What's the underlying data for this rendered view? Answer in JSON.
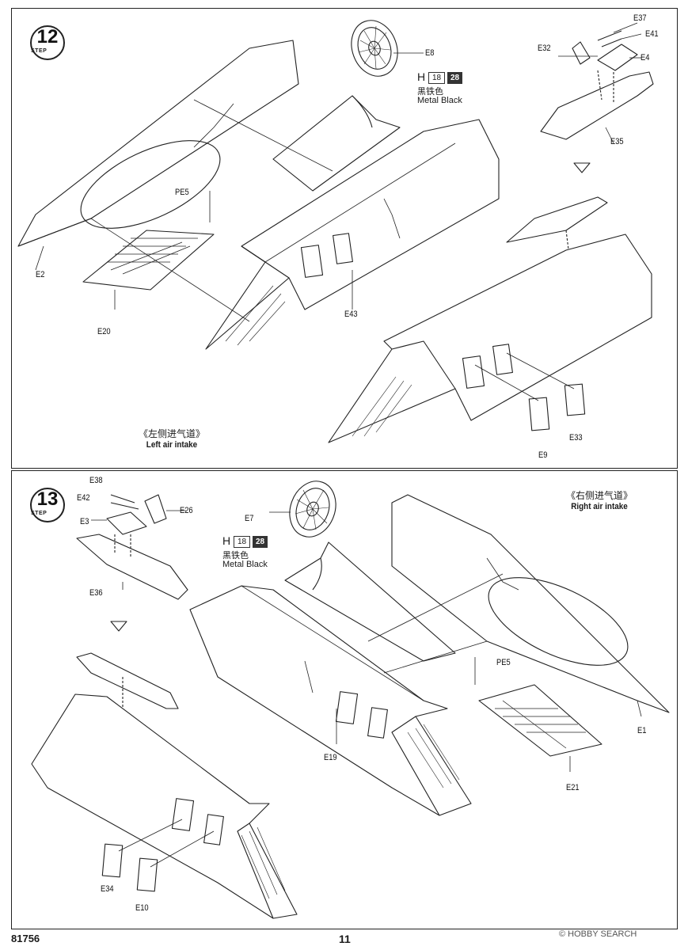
{
  "steps": {
    "step12": {
      "number": "12",
      "step_word": "STEP",
      "title_cn": "《左侧进气道》",
      "title_en": "Left air intake",
      "color": {
        "code_prefix": "H",
        "code_a": "18",
        "code_b": "28",
        "name_cn": "黑铁色",
        "name_en": "Metal  Black"
      },
      "parts": {
        "E8": "E8",
        "E37": "E37",
        "E41": "E41",
        "E32": "E32",
        "E4": "E4",
        "E35": "E35",
        "PE5": "PE5",
        "E2": "E2",
        "E20": "E20",
        "E43": "E43",
        "E33": "E33",
        "E9": "E9"
      }
    },
    "step13": {
      "number": "13",
      "step_word": "STEP",
      "title_cn": "《右侧进气道》",
      "title_en": "Right air intake",
      "color": {
        "code_prefix": "H",
        "code_a": "18",
        "code_b": "28",
        "name_cn": "黑铁色",
        "name_en": "Metal  Black"
      },
      "parts": {
        "E38": "E38",
        "E42": "E42",
        "E26": "E26",
        "E3": "E3",
        "E7": "E7",
        "E36": "E36",
        "PE5": "PE5",
        "E1": "E1",
        "E19": "E19",
        "E21": "E21",
        "E34": "E34",
        "E10": "E10"
      }
    }
  },
  "footer": {
    "kit_number": "81756",
    "page_number": "11",
    "watermark": "© HOBBY SEARCH"
  }
}
